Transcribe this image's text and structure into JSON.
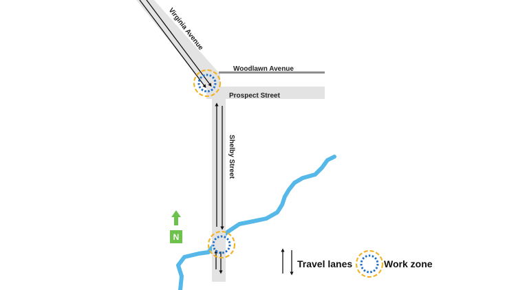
{
  "map": {
    "streets": {
      "virginia": "Virginia Avenue",
      "woodlawn": "Woodlawn Avenue",
      "prospect": "Prospect Street",
      "shelby": "Shelby Street"
    },
    "north_label": "N",
    "legend": {
      "travel_lanes": "Travel lanes",
      "work_zone": "Work zone"
    },
    "colors": {
      "road": "#e3e3e3",
      "woodlawn_road": "#8c8c8c",
      "river": "#55b8e8",
      "work_zone_outer": "#f0b429",
      "work_zone_inner": "#1f6fc4",
      "north_arrow": "#6cc24a",
      "lane_line": "#111111"
    },
    "icons": {
      "north_arrow": "north-arrow-icon",
      "travel_lanes": "travel-lanes-icon",
      "work_zone": "work-zone-icon"
    }
  }
}
